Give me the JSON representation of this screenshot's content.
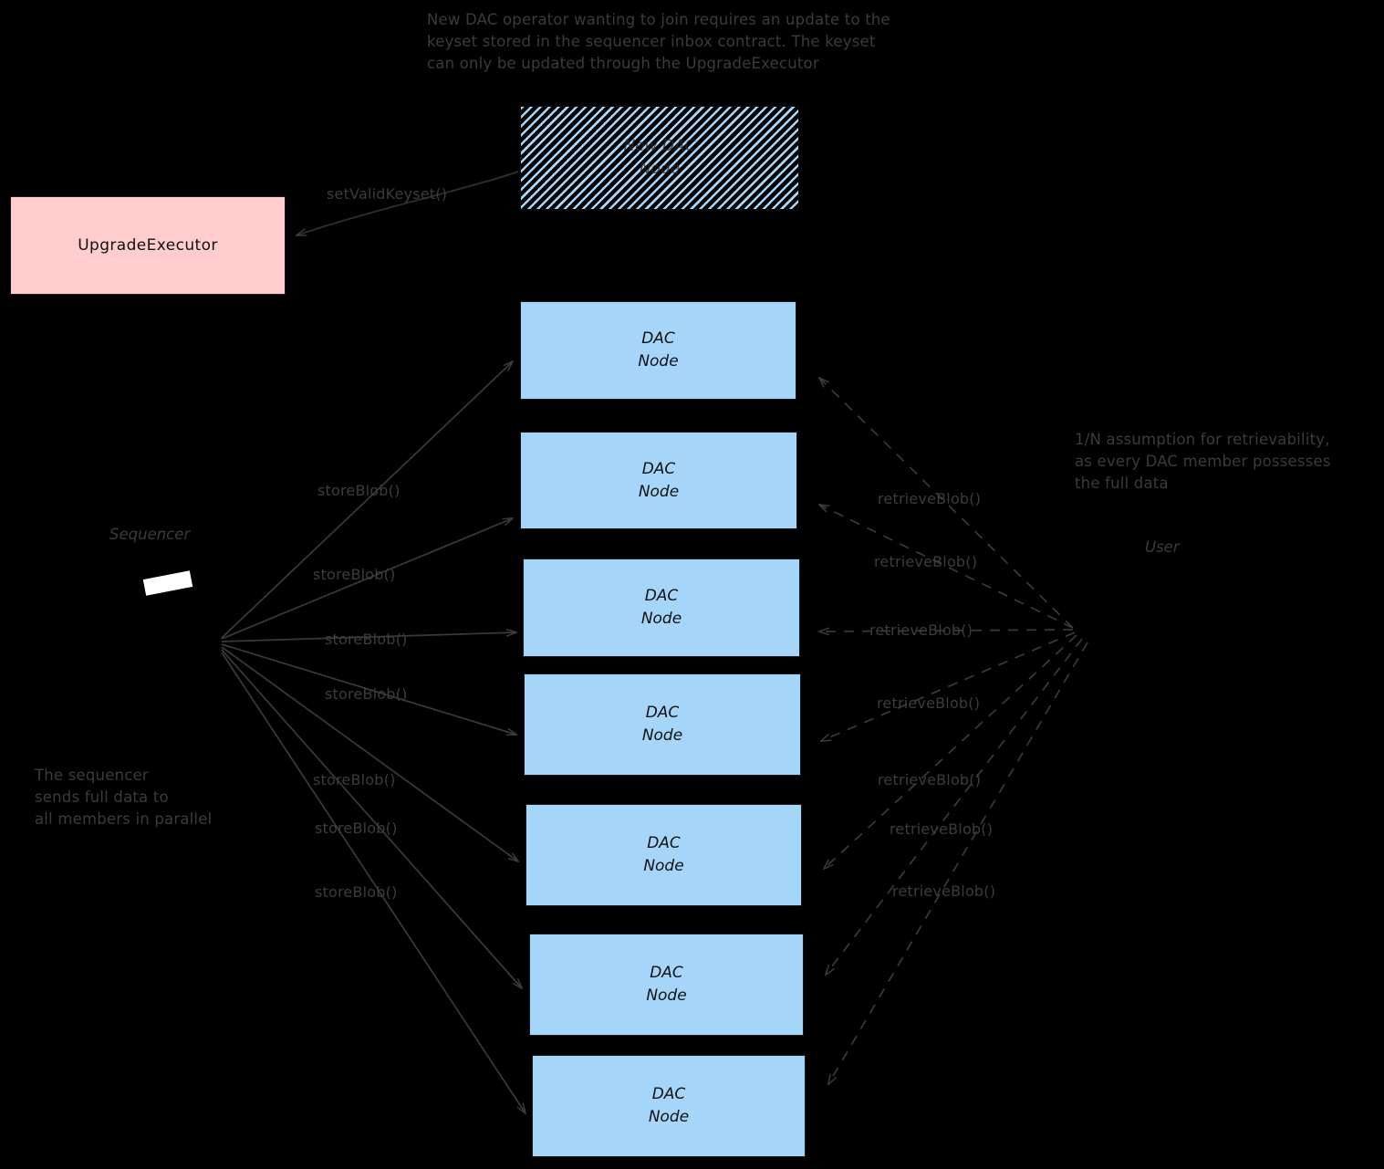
{
  "diagram": {
    "title_annotation": "New DAC operator wanting to join requires an update to the\nkeyset stored in the sequencer inbox contract. The keyset\ncan only be updated through the UpgradeExecutor",
    "sequencer_annotation": "The sequencer\nsends full data to\nall members in parallel",
    "user_annotation": "1/N assumption for retrievability,\nas every DAC member possesses\nthe full data",
    "sequencer_label": "Sequencer",
    "user_label": "User",
    "colors": {
      "node_fill": "#a5d5f8",
      "upgrade_fill": "#ffcdcd",
      "background": "#000000",
      "stroke": "#1a1a1a",
      "text": "#3b3b3b"
    }
  },
  "new_node": {
    "line1": "New DAC",
    "line2": "Node"
  },
  "upgrade_executor": {
    "label": "UpgradeExecutor"
  },
  "keyset_edge": {
    "label": "setValidKeyset()"
  },
  "dac_nodes": [
    {
      "line1": "DAC",
      "line2": "Node"
    },
    {
      "line1": "DAC",
      "line2": "Node"
    },
    {
      "line1": "DAC",
      "line2": "Node"
    },
    {
      "line1": "DAC",
      "line2": "Node"
    },
    {
      "line1": "DAC",
      "line2": "Node"
    },
    {
      "line1": "DAC",
      "line2": "Node"
    },
    {
      "line1": "DAC",
      "line2": "Node"
    }
  ],
  "store_edges": [
    {
      "label": "storeBlob()"
    },
    {
      "label": "storeBlob()"
    },
    {
      "label": "storeBlob()"
    },
    {
      "label": "storeBlob()"
    },
    {
      "label": "storeBlob()"
    },
    {
      "label": "storeBlob()"
    },
    {
      "label": "storeBlob()"
    }
  ],
  "retrieve_edges": [
    {
      "label": "retrieveBlob()"
    },
    {
      "label": "retrieveBlob()"
    },
    {
      "label": "retrieveBlob()"
    },
    {
      "label": "retrieveBlob()"
    },
    {
      "label": "retrieveBlob()"
    },
    {
      "label": "retrieveBlob()"
    },
    {
      "label": "retrieveBlob()"
    }
  ]
}
